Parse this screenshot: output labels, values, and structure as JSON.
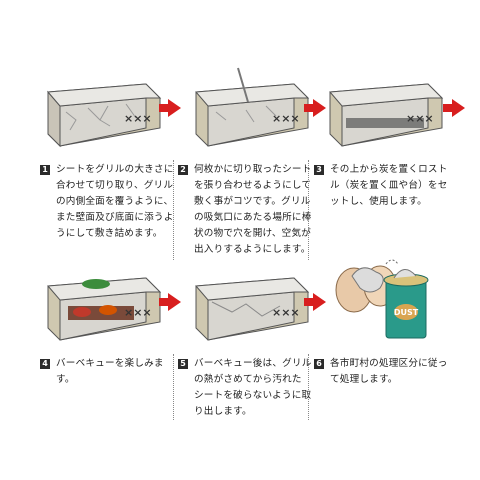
{
  "steps": [
    {
      "num": "1",
      "text": "シートをグリルの大きさに\n合わせて切り取り、グリル\nの内側全面を覆うように、\nまた壁面及び底面に添うよ\nうにして敷き詰めます。"
    },
    {
      "num": "2",
      "text": "何枚かに切り取ったシート\nを張り合わせるようにして\n敷く事がコツです。グリル\nの吸気口にあたる場所に棒\n状の物で穴を開け、空気が\n出入りするようにします。"
    },
    {
      "num": "3",
      "text": "その上から炭を置くロスト\nル（炭を置く皿や台）をセ\nットし、使用します。"
    },
    {
      "num": "4",
      "text": "バーベキューを楽しみま\nす。"
    },
    {
      "num": "5",
      "text": "バーベキュー後は、グリル\nの熱がさめてから汚れた\nシートを破らないように取\nり出します。"
    },
    {
      "num": "6",
      "text": "各市町村の処理区分に従っ\nて処理します。"
    }
  ],
  "grill_marks": "×××",
  "bin_label": "DUST"
}
